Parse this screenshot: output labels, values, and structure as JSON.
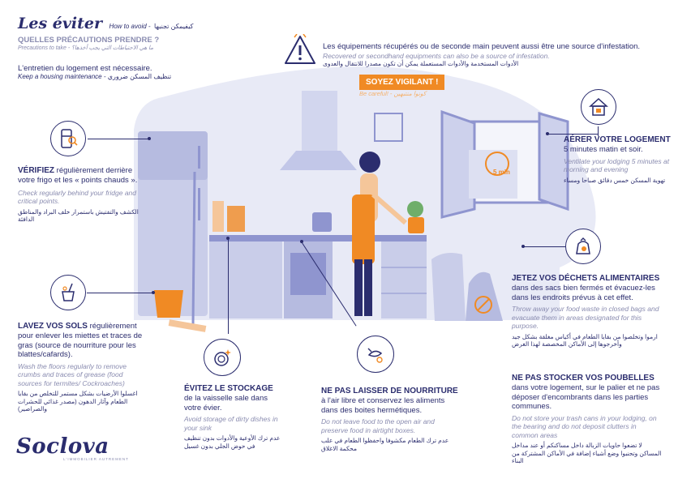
{
  "header": {
    "title": "Les éviter",
    "title_en": "How to avoid -",
    "title_ar": "كيفيمكن تجنبها",
    "question": "QUELLES PRÉCAUTIONS PRENDRE ?",
    "question_en": "Precautions to take -",
    "question_ar": "ما هي الاحتياطات التي يجب أخذها؟",
    "maintenance": "L'entretien du logement est nécessaire.",
    "maintenance_en": "Keep a housing maintenance -",
    "maintenance_ar": "تنظيف المسكن ضروري"
  },
  "warning": {
    "fr": "Les équipements récupérés ou de seconde main peuvent aussi être une source d'infestation.",
    "en": "Recovered or secondhand equipments can also be a source of infestation.",
    "ar": "الأدوات المستخدمة والأدوات المستعملة يمكن أن تكون مصدرا للانتقال والعدوى"
  },
  "badge": {
    "label": "SOYEZ VIGILANT !",
    "en": "Be careful! -",
    "ar": "كونوا منتبهين"
  },
  "tips": {
    "verify": {
      "bold": "VÉRIFIEZ",
      "fr": " régulièrement derrière votre frigo et les « points chauds ».",
      "en": "Check regularly behind your fridge and critical points.",
      "ar": "الكشف والتفتيش باستمرار خلف البراد والمناطق الدافئة"
    },
    "floors": {
      "bold": "LAVEZ VOS SOLS",
      "fr": " régulièrement pour enlever les miettes et traces de gras (source de nourriture pour les blattes/cafards).",
      "en": "Wash the floors regularly to remove crumbs and traces of grease (food sources for termites/ Cockroaches)",
      "ar": "اغسلوا الأرضيات بشكل مستمر للتخلص من بقايا الطعام وآثار الدهون (مصدر غذائي للحشرات والصراصير)"
    },
    "dishes": {
      "bold": "ÉVITEZ LE STOCKAGE",
      "fr": "de la vaisselle sale dans votre évier.",
      "en": "Avoid storage of dirty dishes in your sink",
      "ar": "عدم ترك الأوعية والأدوات بدون تنظيف في حوض الجلي بدون غسيل"
    },
    "food": {
      "bold": "NE PAS LAISSER DE NOURRITURE",
      "fr": "à l'air libre et conservez les aliments dans des boites hermétiques.",
      "en": "Do not leave food to the open air and preserve food in airtight boxes.",
      "ar": "عدم ترك الطعام مكشوفا واحفظوا الطعام في علب محكمة الاغلاق"
    },
    "air": {
      "bold": "AÉRER VOTRE LOGEMENT",
      "fr": "5 minutes matin et soir.",
      "en": "Ventilate your lodging 5 minutes at morning and evening",
      "ar": "تهوية المسكن خمس دقائق صباحا ومساء"
    },
    "waste": {
      "bold": "JETEZ VOS DÉCHETS ALIMENTAIRES",
      "fr": "dans des sacs bien fermés et évacuez-les dans les endroits prévus à cet effet.",
      "en": "Throw away your food waste in closed bags and evacuate them in areas designated for this purpose.",
      "ar": "ارموا وتخلصوا من بقايا الطعام في أكياس مغلقة بشكل جيد وأخرجوها إلى الأماكن المخصصة لهذا الغرض"
    },
    "bins": {
      "bold": "NE PAS STOCKER VOS POUBELLES",
      "fr": "dans votre logement, sur le palier et ne pas déposer d'encombrants dans les parties communes.",
      "en": "Do not store your trash cans in your lodging, on the bearing and do not deposit clutters in common areas",
      "ar": "لا تضعوا حاويات الزبالة داخل مساكنكم أو عند مداخل المساكن وتجنبوا وضع أشياء إضافة في الأماكن المشتركة من البناء"
    }
  },
  "clock_label": "5 min",
  "brand": {
    "name": "Soclova",
    "tagline": "L'IMMOBILIER AUTREMENT"
  },
  "colors": {
    "navy": "#2b2d6e",
    "orange": "#f08a24",
    "lavender": "#dfe2f3",
    "periwinkle": "#8f95cf"
  }
}
